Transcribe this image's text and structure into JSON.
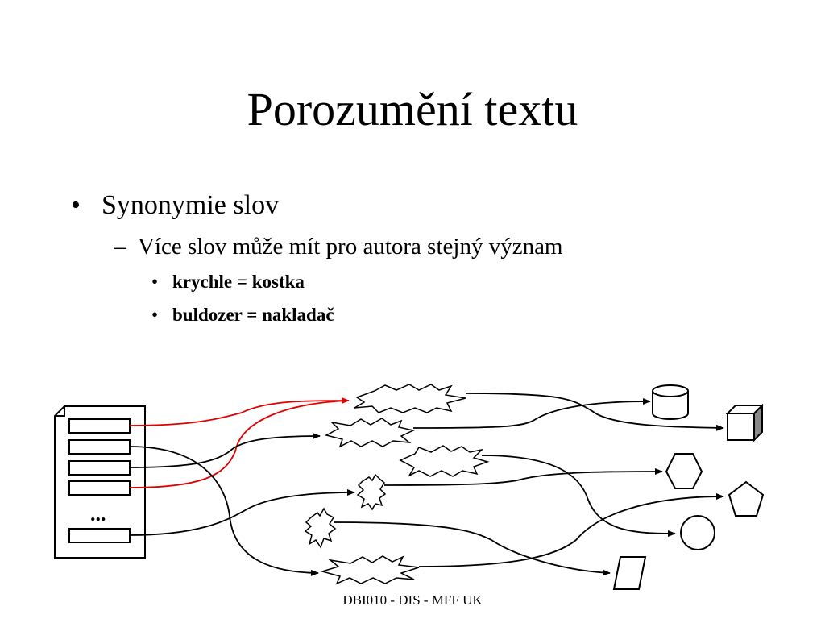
{
  "slide": {
    "title": "Porozumění textu",
    "bullet_mark": "•",
    "dash_mark": "–",
    "level1": "Synonymie slov",
    "level2": "Více slov může mít pro autora stejný význam",
    "level3": [
      "krychle = kostka",
      "buldozer = nakladač"
    ],
    "footer": "DBI010 - DIS - MFF UK"
  },
  "diagram": {
    "ellipsis": "...",
    "link_colors": {
      "default": "#000000",
      "highlight": "#e00000"
    },
    "shapes": [
      "cylinder",
      "cube",
      "hexagon",
      "pentagon",
      "circle",
      "parallelogram"
    ]
  }
}
